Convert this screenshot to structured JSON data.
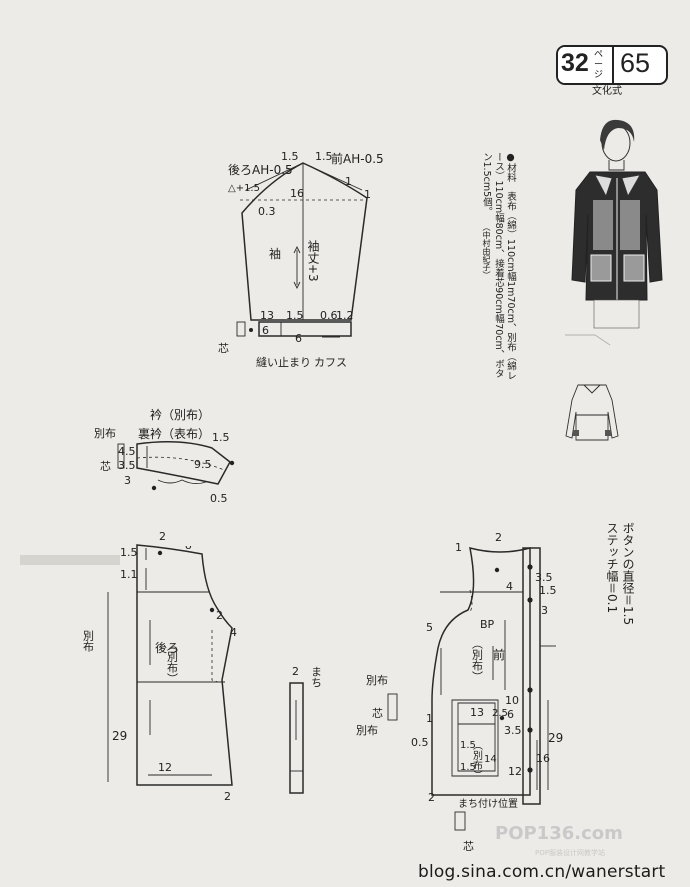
{
  "page_badge": {
    "page_number": "32",
    "page_unit": "ページ",
    "pattern_number": "65"
  },
  "style_label": "文化式",
  "materials": {
    "text": "●材料　表布（綿）110cm幅1m70cm、別布（綿レース）110cm幅80cm、接着芯90cm幅70cm、ボタン1.5cm5個。",
    "credit": "（中村由紀子）"
  },
  "button_note": {
    "line1": "ボタンの直径＝1.5",
    "line2": "ステッチ幅＝0.1"
  },
  "sleeve": {
    "back_ah": "後ろAH-0.5",
    "front_ah": "前AH-0.5",
    "cap_left": "1.5",
    "cap_right": "1.5",
    "side_left": "△+1.5",
    "height": "16",
    "left_03": "0.3",
    "right_1a": "1",
    "right_1b": "1",
    "label": "袖",
    "length": "袖丈+3",
    "hem_13": "13",
    "hem_15": "1.5",
    "hem_06": "0.6",
    "hem_12": "1.2",
    "cuff_6a": "6",
    "cuff_6b": "6",
    "seam_note": "縫い止まり",
    "cuff_label": "カフス",
    "interfacing": "芯"
  },
  "collar": {
    "title": "衿（別布）",
    "undercollar": "裏衿（表布）",
    "fabric_left": "別布",
    "interfacing": "芯",
    "m45": "4.5",
    "m35": "3.5",
    "m3": "3",
    "m15": "1.5",
    "m95": "9.5",
    "m05": "0.5"
  },
  "back_bodice": {
    "m2_top": "2",
    "m15": "1.5",
    "m11": "1.1",
    "m2_arm": "2",
    "m4": "4",
    "label": "後ろ",
    "fabric": "（別布）",
    "fabric_side": "別布",
    "m29": "29",
    "m12": "12",
    "m2_bottom": "2",
    "wave_mark": "ᴗ"
  },
  "gusset": {
    "m2": "2",
    "label": "まち"
  },
  "front_bodice": {
    "m1": "1",
    "m2_top": "2",
    "m35a": "3.5",
    "m15a": "1.5",
    "m4": "4",
    "m3": "3",
    "m5": "5",
    "bp": "BP",
    "label": "前",
    "fabric": "（別布）",
    "m10": "10",
    "m13": "13",
    "m25": "2.5",
    "m6": "6",
    "m35b": "3.5",
    "m1_pocket": "1",
    "m05": "0.5",
    "pocket_15": "1.5",
    "pocket_14": "14",
    "pocket_15b": "1.5",
    "pocket_fabric": "（別布）",
    "m12": "12",
    "m16": "16",
    "m29": "29",
    "m2_bottom": "2",
    "gusset_pos": "まち付け位置",
    "fabric_a": "別布",
    "interfacing_a": "芯",
    "fabric_b": "別布",
    "interfacing_b": "芯"
  },
  "watermark": "POP136.com",
  "watermark_sub": "POP服装设计网教学站",
  "blog_url": "blog.sina.com.cn/wanerstart"
}
